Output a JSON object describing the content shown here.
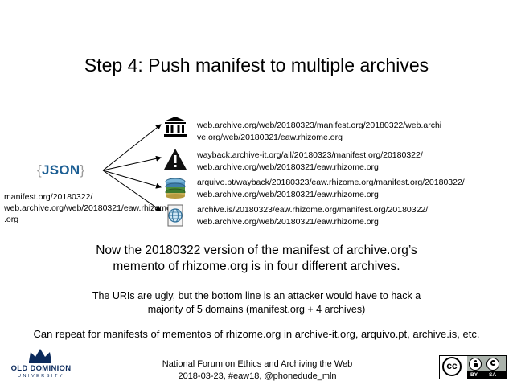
{
  "slide": {
    "title": "Step 4: Push manifest to multiple archives",
    "json_logo": {
      "open_brace": "{",
      "word": "JSON",
      "close_brace": "}"
    },
    "source_url": "manifest.org/20180322/\nweb.archive.org/web/20180321/eaw.rhizome\n.org",
    "archives": [
      {
        "icon": "institution-columns-icon",
        "url": "web.archive.org/web/20180323/manifest.org/20180322/web.archi\nve.org/web/20180321/eaw.rhizome.org"
      },
      {
        "icon": "warning-triangle-icon",
        "url": "wayback.archive-it.org/all/20180323/manifest.org/20180322/\nweb.archive.org/web/20180321/eaw.rhizome.org"
      },
      {
        "icon": "database-stack-icon",
        "url": "arquivo.pt/wayback/20180323/eaw.rhizome.org/manifest.org/20180322/\nweb.archive.org/web/20180321/eaw.rhizome.org"
      },
      {
        "icon": "globe-document-icon",
        "url": "archive.is/20180323/eaw.rhizome.org/manifest.org/20180322/\nweb.archive.org/web/20180321/eaw.rhizome.org"
      }
    ],
    "statement": "Now the 20180322 version of the manifest of archive.org’s\nmemento of rhizome.org is in four different archives.",
    "note": "The URIs are ugly, but the bottom line is an attacker would have to hack a\nmajority of 5 domains (manifest.org + 4 archives)",
    "repeat": "Can repeat for manifests of mementos of rhizome.org in archive-it.org, arquivo.pt, archive.is, etc.",
    "footer": "National Forum on Ethics and Archiving the Web\n2018-03-23, #eaw18, @phonedude_mln",
    "odu_logo": {
      "name": "OLD DOMINION",
      "sub": "UNIVERSITY"
    },
    "cc_badge": {
      "cc": "cc",
      "by": "BY",
      "sa": "SA"
    },
    "colors": {
      "json_blue": "#1d5f94",
      "odu_navy": "#0b2a5c"
    }
  }
}
